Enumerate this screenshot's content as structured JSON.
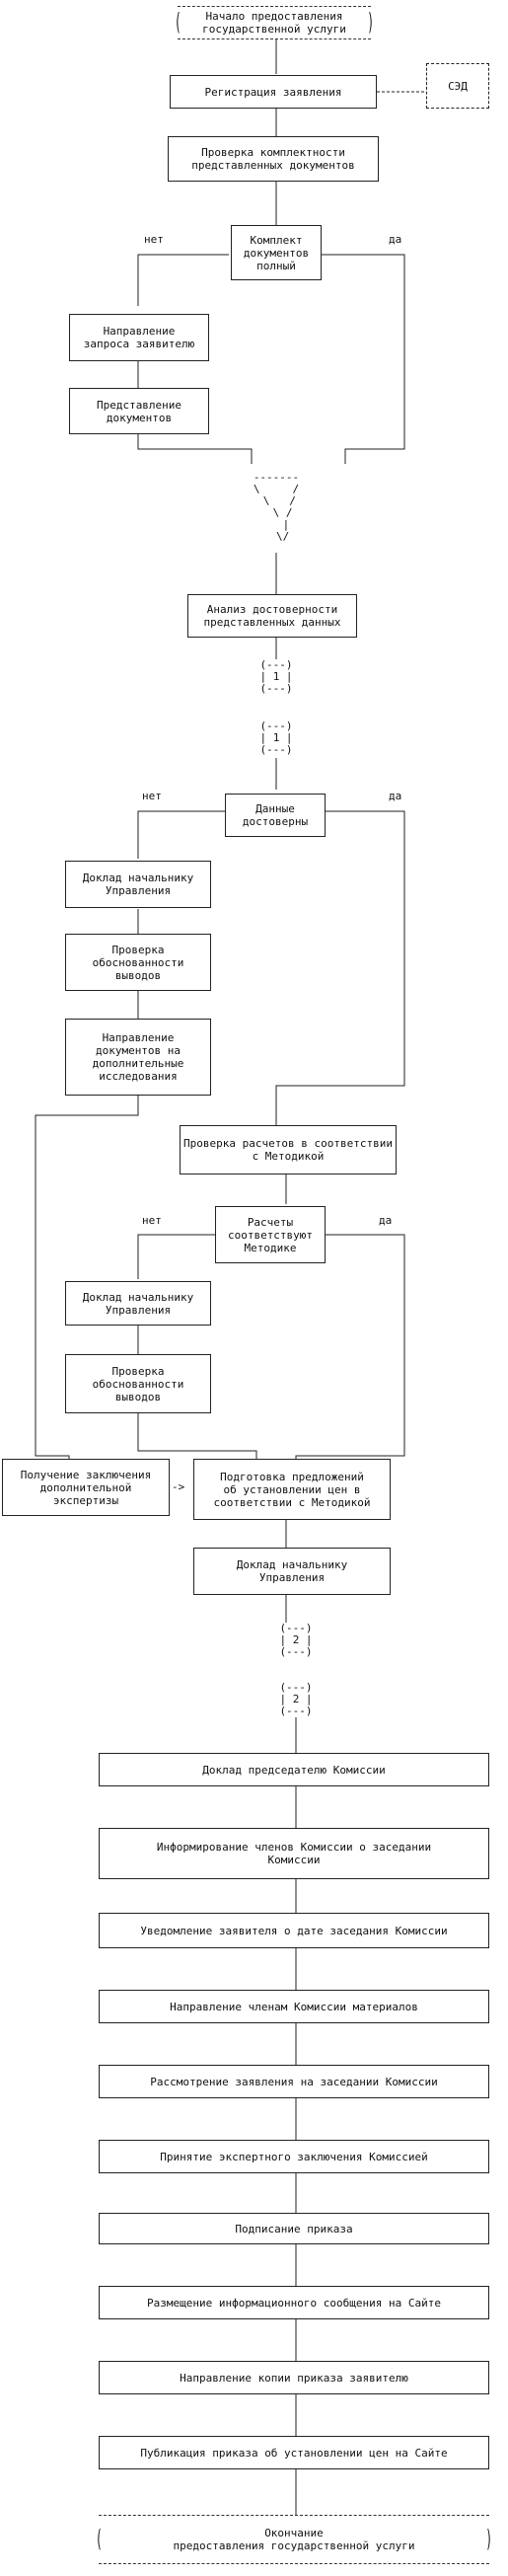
{
  "start": "Начало предоставления\nгосударственной услуги",
  "registration": "Регистрация заявления",
  "sed": "СЭД",
  "check_complete": "Проверка комплектности\nпредставленных документов",
  "decision1": "Комплект\nдокументов\nполный",
  "no": "нет",
  "yes": "да",
  "send_request": "Направление\nзапроса заявителю",
  "submit_docs": "Представление\nдокументов",
  "analysis": "Анализ достоверности\nпредставленных данных",
  "conn1": "1",
  "decision2": "Данные\nдостоверны",
  "report1": "Доклад начальнику\nУправления",
  "check_concl1": "Проверка\nобоснованности\nвыводов",
  "send_docs_research": "Направление\nдокументов на\nдополнительные\nисследования",
  "check_calc": "Проверка расчетов в соответствии\nс Методикой",
  "decision3": "Расчеты\nсоответствуют\nМетодике",
  "report2": "Доклад начальнику\nУправления",
  "check_concl2": "Проверка\nобоснованности\nвыводов",
  "get_expertise": "Получение заключения\nдополнительной\nэкспертизы",
  "arrow_right": "->",
  "prepare_proposals": "Подготовка предложений\nоб установлении цен в\nсоответствии с Методикой",
  "report3": "Доклад начальнику\nУправления",
  "conn2": "2",
  "steps": [
    "Доклад председателю Комиссии",
    "Информирование членов Комиссии о заседании\nКомиссии",
    "Уведомление заявителя о дате заседания Комиссии",
    "Направление членам Комиссии материалов",
    "Рассмотрение заявления на заседании Комиссии",
    "Принятие экспертного заключения Комиссией",
    "Подписание приказа",
    "Размещение информационного сообщения на Сайте",
    "Направление копии приказа заявителю",
    "Публикация приказа об установлении цен на Сайте"
  ],
  "end": "Окончание\nпредоставления государственной услуги"
}
